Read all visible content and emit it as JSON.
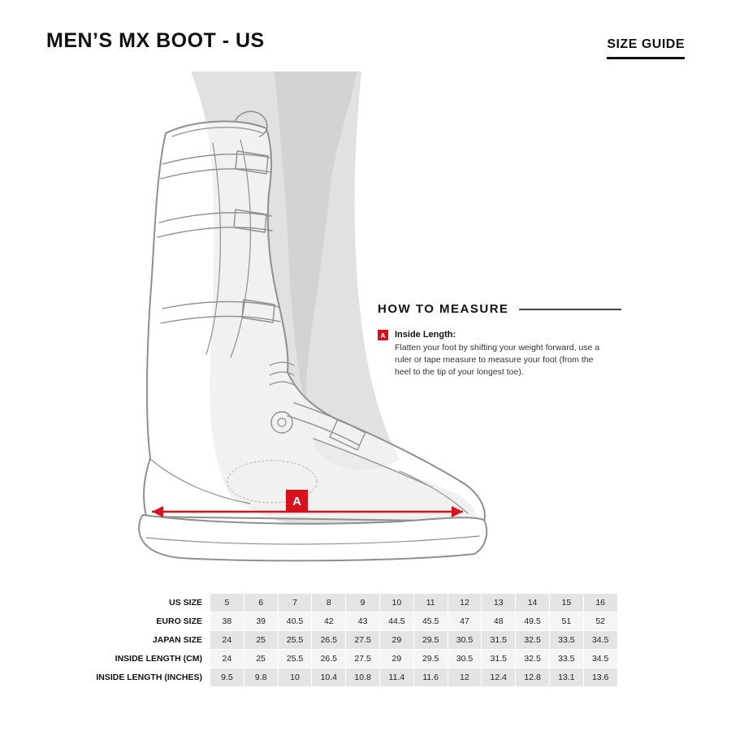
{
  "page": {
    "title": "MEN’S MX BOOT - US",
    "size_guide_label": "SIZE GUIDE"
  },
  "how_to_measure": {
    "heading": "HOW TO MEASURE",
    "marker": "A",
    "item_title": "Inside Length:",
    "item_body": "Flatten your foot by shifting your weight forward, use a ruler or tape measure to measure your foot (from the heel to the tip of your longest toe)."
  },
  "diagram": {
    "marker": "A"
  },
  "size_table": {
    "rows": [
      {
        "label": "US SIZE",
        "values": [
          "5",
          "6",
          "7",
          "8",
          "9",
          "10",
          "11",
          "12",
          "13",
          "14",
          "15",
          "16"
        ]
      },
      {
        "label": "EURO SIZE",
        "values": [
          "38",
          "39",
          "40.5",
          "42",
          "43",
          "44.5",
          "45.5",
          "47",
          "48",
          "49.5",
          "51",
          "52"
        ]
      },
      {
        "label": "JAPAN SIZE",
        "values": [
          "24",
          "25",
          "25.5",
          "26.5",
          "27.5",
          "29",
          "29.5",
          "30.5",
          "31.5",
          "32.5",
          "33.5",
          "34.5"
        ]
      },
      {
        "label": "INSIDE LENGTH (CM)",
        "values": [
          "24",
          "25",
          "25.5",
          "26.5",
          "27.5",
          "29",
          "29.5",
          "30.5",
          "31.5",
          "32.5",
          "33.5",
          "34.5"
        ]
      },
      {
        "label": "INSIDE LENGTH (INCHES)",
        "values": [
          "9.5",
          "9.8",
          "10",
          "10.4",
          "10.8",
          "11.4",
          "11.6",
          "12",
          "12.4",
          "12.8",
          "13.1",
          "13.6"
        ]
      }
    ]
  },
  "colors": {
    "accent_red": "#d8121c",
    "table_row_dark": "#e4e4e4",
    "table_row_light": "#f4f4f4"
  }
}
